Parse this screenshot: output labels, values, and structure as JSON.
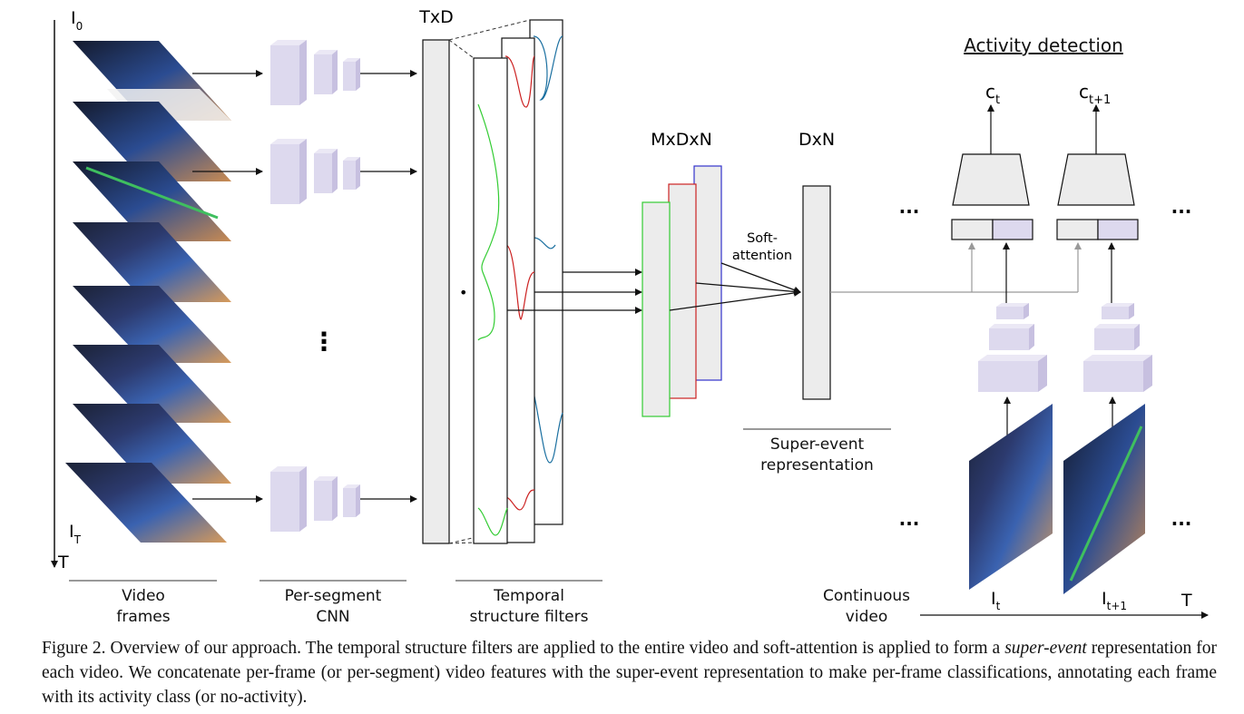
{
  "frames": {
    "label_start": "I",
    "label_start_sub": "0",
    "label_end": "I",
    "label_end_sub": "T",
    "axis_label": "T",
    "column_label_line1": "Video",
    "column_label_line2": "frames"
  },
  "cnn": {
    "ellipsis": "⋮",
    "column_label_line1": "Per-segment",
    "column_label_line2": "CNN"
  },
  "filters": {
    "matrix_label": "TxD",
    "dot": "•",
    "column_label_line1": "Temporal",
    "column_label_line2": "structure filters"
  },
  "mxdxn": {
    "label": "MxDxN",
    "attention_line1": "Soft-",
    "attention_line2": "attention"
  },
  "super_event": {
    "label": "DxN",
    "caption_line1": "Super-event",
    "caption_line2": "representation"
  },
  "detection": {
    "title": "Activity detection",
    "class_t": "c",
    "class_t_sub": "t",
    "class_t1": "c",
    "class_t1_sub": "t+1",
    "ellipsis": "···",
    "frame_t": "I",
    "frame_t_sub": "t",
    "frame_t1": "I",
    "frame_t1_sub": "t+1",
    "timeline_label": "T",
    "video_label_line1": "Continuous",
    "video_label_line2": "video"
  },
  "colors": {
    "box_fill": "#ececec",
    "cnn_front": "#ddd9ee",
    "cnn_side": "#c7c0e0",
    "filter_green": "#33cc33",
    "filter_red": "#cc2222",
    "filter_blue": "#1a6fa0",
    "layer_blue": "#3333cc"
  },
  "caption": {
    "prefix": "Figure 2. Overview of our approach. The temporal structure filters are applied to the entire video and soft-attention is applied to form a ",
    "emph": "super-event",
    "suffix": " representation for each video. We concatenate per-frame (or per-segment) video features with the super-event representation to make per-frame classifications, annotating each frame with its activity class (or no-activity)."
  }
}
